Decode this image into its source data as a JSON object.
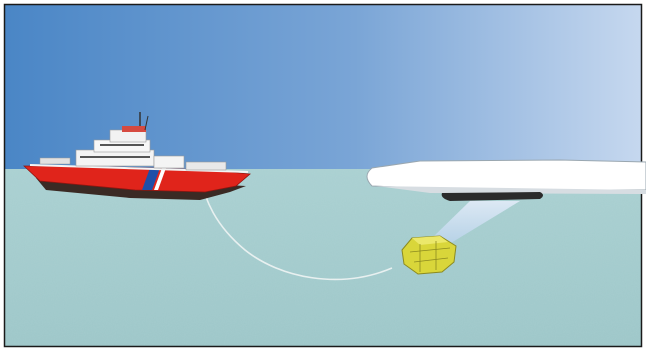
{
  "scene": {
    "sky_gradient": [
      "#4a86c6",
      "#7aa5d6",
      "#c6d8ef"
    ],
    "sea_color": "#a4cccd",
    "sea_shade": "#95c1c3",
    "frame_color": "#1a1a1a",
    "elements": [
      {
        "name": "icebreaker-ship",
        "colors": {
          "hull": "#e0241b",
          "bottom": "#3a2a24",
          "superstructure": "#f4f4f4",
          "stripe": "#1e4fa8"
        }
      },
      {
        "name": "ice-floe",
        "colors": {
          "top": "#ffffff",
          "underside": "#2b2b2b"
        }
      },
      {
        "name": "tether-cable",
        "colors": {
          "line": "#e8f0f0"
        }
      },
      {
        "name": "underwater-vehicle",
        "colors": {
          "body": "#d9d63a",
          "outline": "#8c8a20"
        }
      },
      {
        "name": "sensor-light-beam",
        "colors": {
          "beam": "#c7dcf0"
        }
      }
    ]
  }
}
